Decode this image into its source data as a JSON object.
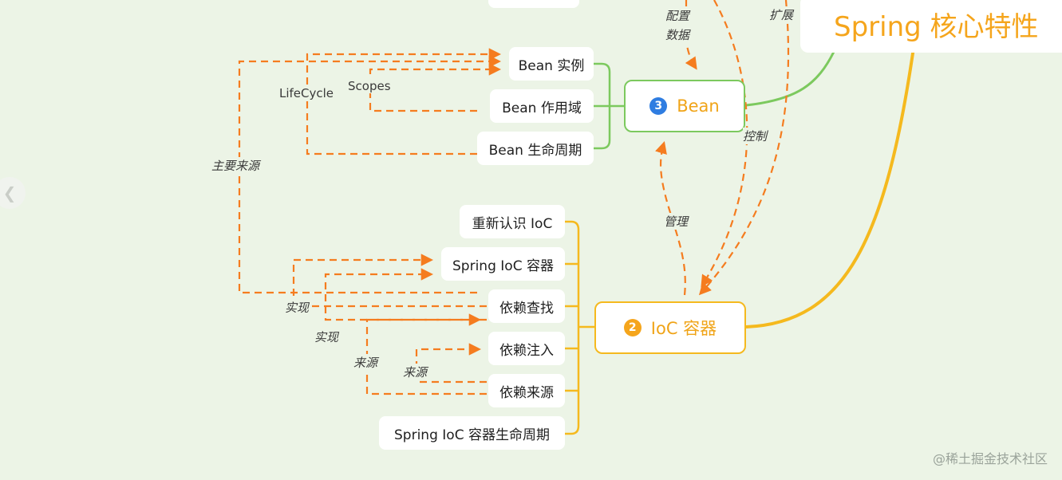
{
  "title": "Spring 核心特性",
  "bean": {
    "number": "3",
    "label": "Bean",
    "badge_color": "#2f7de1"
  },
  "ioc": {
    "number": "2",
    "label": "IoC 容器",
    "badge_color": "#f5a51c"
  },
  "bean_children": [
    "Bean 实例",
    "Bean 作用域",
    "Bean 生命周期"
  ],
  "ioc_children": [
    "重新认识 IoC",
    "Spring IoC 容器",
    "依赖查找",
    "依赖注入",
    "依赖来源",
    "Spring IoC 容器生命周期"
  ],
  "edge_labels": {
    "lifecycle": "LifeCycle",
    "scopes": "Scopes",
    "main_source": "主要来源",
    "impl1": "实现",
    "impl2": "实现",
    "source1": "来源",
    "source2": "来源",
    "config_data": "配置\n数据",
    "extend": "扩展",
    "control": "控制",
    "manage": "管理"
  },
  "watermark": "@稀土掘金技术社区",
  "colors": {
    "background": "#ecf4e6",
    "dashed_arrow": "#f57c1f",
    "bean_branch": "#7cc95e",
    "ioc_branch": "#f5b91e",
    "title_text": "#f5a51c"
  },
  "icons": {
    "collapse_handle": "chevron-left-icon"
  }
}
